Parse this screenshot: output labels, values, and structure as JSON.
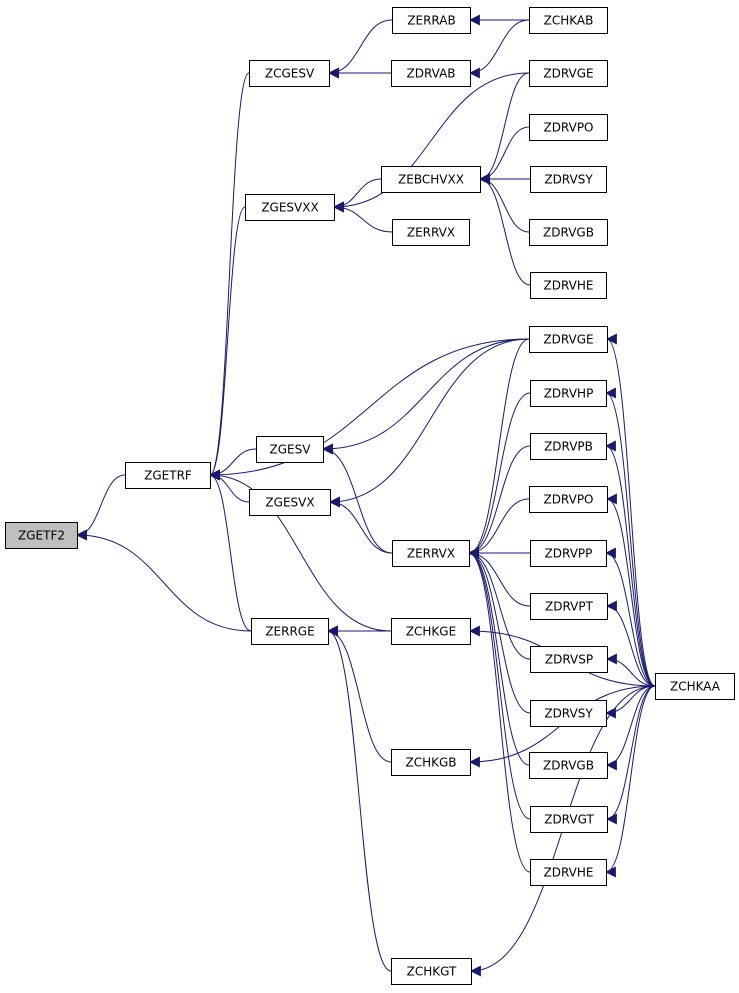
{
  "diagram": {
    "type": "call-graph",
    "edge_color": "#191970",
    "root_fill": "#bfbfbf",
    "nodes": [
      {
        "id": "zgetf2",
        "label": "ZGETF2",
        "root": true
      },
      {
        "id": "zgetrf",
        "label": "ZGETRF"
      },
      {
        "id": "zerrge",
        "label": "ZERRGE"
      },
      {
        "id": "zcgesv",
        "label": "ZCGESV"
      },
      {
        "id": "zgesvxx",
        "label": "ZGESVXX"
      },
      {
        "id": "zgesv",
        "label": "ZGESV"
      },
      {
        "id": "zgesvx",
        "label": "ZGESVX"
      },
      {
        "id": "zchkge",
        "label": "ZCHKGE"
      },
      {
        "id": "zchkgb",
        "label": "ZCHKGB"
      },
      {
        "id": "zchkgt",
        "label": "ZCHKGT"
      },
      {
        "id": "zerrab",
        "label": "ZERRAB"
      },
      {
        "id": "zdrvab",
        "label": "ZDRVAB"
      },
      {
        "id": "zebchvxx",
        "label": "ZEBCHVXX"
      },
      {
        "id": "zerrvx_top",
        "label": "ZERRVX"
      },
      {
        "id": "zerrvx",
        "label": "ZERRVX"
      },
      {
        "id": "zchkab",
        "label": "ZCHKAB"
      },
      {
        "id": "zdrvge_top",
        "label": "ZDRVGE"
      },
      {
        "id": "zdrvpo_top",
        "label": "ZDRVPO"
      },
      {
        "id": "zdrvsy_top",
        "label": "ZDRVSY"
      },
      {
        "id": "zdrvgb_top",
        "label": "ZDRVGB"
      },
      {
        "id": "zdrvhe_top",
        "label": "ZDRVHE"
      },
      {
        "id": "zdrvge",
        "label": "ZDRVGE"
      },
      {
        "id": "zdrvhp",
        "label": "ZDRVHP"
      },
      {
        "id": "zdrvpb",
        "label": "ZDRVPB"
      },
      {
        "id": "zdrvpo",
        "label": "ZDRVPO"
      },
      {
        "id": "zdrvpp",
        "label": "ZDRVPP"
      },
      {
        "id": "zdrvpt",
        "label": "ZDRVPT"
      },
      {
        "id": "zdrvsp",
        "label": "ZDRVSP"
      },
      {
        "id": "zdrvsy",
        "label": "ZDRVSY"
      },
      {
        "id": "zdrvgb",
        "label": "ZDRVGB"
      },
      {
        "id": "zdrvgt",
        "label": "ZDRVGT"
      },
      {
        "id": "zdrvhe",
        "label": "ZDRVHE"
      },
      {
        "id": "zchkaa",
        "label": "ZCHKAA"
      }
    ],
    "edges": [
      {
        "from": "zgetrf",
        "to": "zgetf2"
      },
      {
        "from": "zerrge",
        "to": "zgetf2"
      },
      {
        "from": "zcgesv",
        "to": "zgetrf"
      },
      {
        "from": "zgesvxx",
        "to": "zgetrf"
      },
      {
        "from": "zdrvge",
        "to": "zgetrf"
      },
      {
        "from": "zgesv",
        "to": "zgetrf"
      },
      {
        "from": "zgesvx",
        "to": "zgetrf"
      },
      {
        "from": "zerrge",
        "to": "zgetrf"
      },
      {
        "from": "zchkge",
        "to": "zgetrf"
      },
      {
        "from": "zerrab",
        "to": "zcgesv"
      },
      {
        "from": "zdrvab",
        "to": "zcgesv"
      },
      {
        "from": "zchkab",
        "to": "zerrab"
      },
      {
        "from": "zchkab",
        "to": "zdrvab"
      },
      {
        "from": "zdrvge_top",
        "to": "zgesvxx"
      },
      {
        "from": "zebchvxx",
        "to": "zgesvxx"
      },
      {
        "from": "zerrvx_top",
        "to": "zgesvxx"
      },
      {
        "from": "zdrvge_top",
        "to": "zebchvxx"
      },
      {
        "from": "zdrvpo_top",
        "to": "zebchvxx"
      },
      {
        "from": "zdrvsy_top",
        "to": "zebchvxx"
      },
      {
        "from": "zdrvgb_top",
        "to": "zebchvxx"
      },
      {
        "from": "zdrvhe_top",
        "to": "zebchvxx"
      },
      {
        "from": "zdrvge",
        "to": "zgesv"
      },
      {
        "from": "zerrvx",
        "to": "zgesv"
      },
      {
        "from": "zdrvge",
        "to": "zgesvx"
      },
      {
        "from": "zerrvx",
        "to": "zgesvx"
      },
      {
        "from": "zchkge",
        "to": "zerrge"
      },
      {
        "from": "zchkgb",
        "to": "zerrge"
      },
      {
        "from": "zchkgt",
        "to": "zerrge"
      },
      {
        "from": "zdrvge",
        "to": "zerrvx"
      },
      {
        "from": "zdrvhp",
        "to": "zerrvx"
      },
      {
        "from": "zdrvpb",
        "to": "zerrvx"
      },
      {
        "from": "zdrvpo",
        "to": "zerrvx"
      },
      {
        "from": "zdrvpp",
        "to": "zerrvx"
      },
      {
        "from": "zdrvpt",
        "to": "zerrvx"
      },
      {
        "from": "zdrvsp",
        "to": "zerrvx"
      },
      {
        "from": "zdrvsy",
        "to": "zerrvx"
      },
      {
        "from": "zdrvgb",
        "to": "zerrvx"
      },
      {
        "from": "zdrvgt",
        "to": "zerrvx"
      },
      {
        "from": "zdrvhe",
        "to": "zerrvx"
      },
      {
        "from": "zchkaa",
        "to": "zdrvge"
      },
      {
        "from": "zchkaa",
        "to": "zdrvhp"
      },
      {
        "from": "zchkaa",
        "to": "zdrvpb"
      },
      {
        "from": "zchkaa",
        "to": "zdrvpo"
      },
      {
        "from": "zchkaa",
        "to": "zdrvpp"
      },
      {
        "from": "zchkaa",
        "to": "zdrvpt"
      },
      {
        "from": "zchkaa",
        "to": "zdrvsp"
      },
      {
        "from": "zchkaa",
        "to": "zdrvsy"
      },
      {
        "from": "zchkaa",
        "to": "zdrvgb"
      },
      {
        "from": "zchkaa",
        "to": "zdrvgt"
      },
      {
        "from": "zchkaa",
        "to": "zdrvhe"
      },
      {
        "from": "zchkaa",
        "to": "zchkge"
      },
      {
        "from": "zchkaa",
        "to": "zchkgb"
      },
      {
        "from": "zchkaa",
        "to": "zchkgt"
      }
    ]
  }
}
